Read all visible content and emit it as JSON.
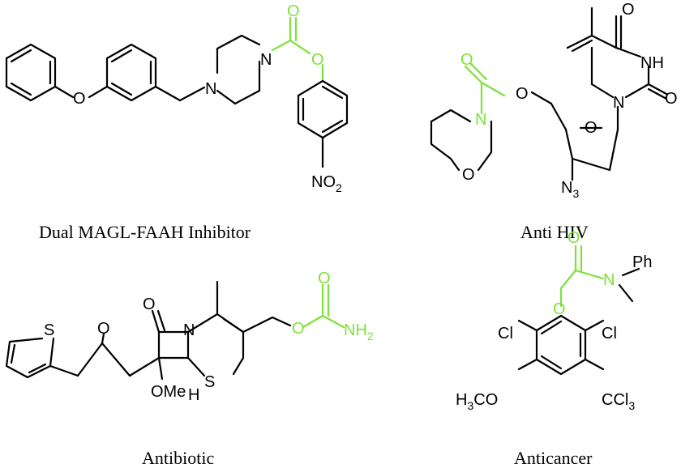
{
  "captions": {
    "top_left": "Dual MAGL-FAAH Inhibitor",
    "top_right": "Anti HIV",
    "bottom_left": "Antibiotic",
    "bottom_right": "Anticancer"
  },
  "atoms": {
    "N": "N",
    "O": "O",
    "S": "S",
    "NH": "NH",
    "NO": "NO",
    "two": "2",
    "three": "3",
    "Ph": "Ph",
    "Cl": "Cl",
    "H3CO_H": "H",
    "H3CO_rest": "CO",
    "CCl": "CCl",
    "OMe": "OMe",
    "H": "H"
  },
  "colors": {
    "highlight": "#7ee13a",
    "bond": "#000000"
  }
}
